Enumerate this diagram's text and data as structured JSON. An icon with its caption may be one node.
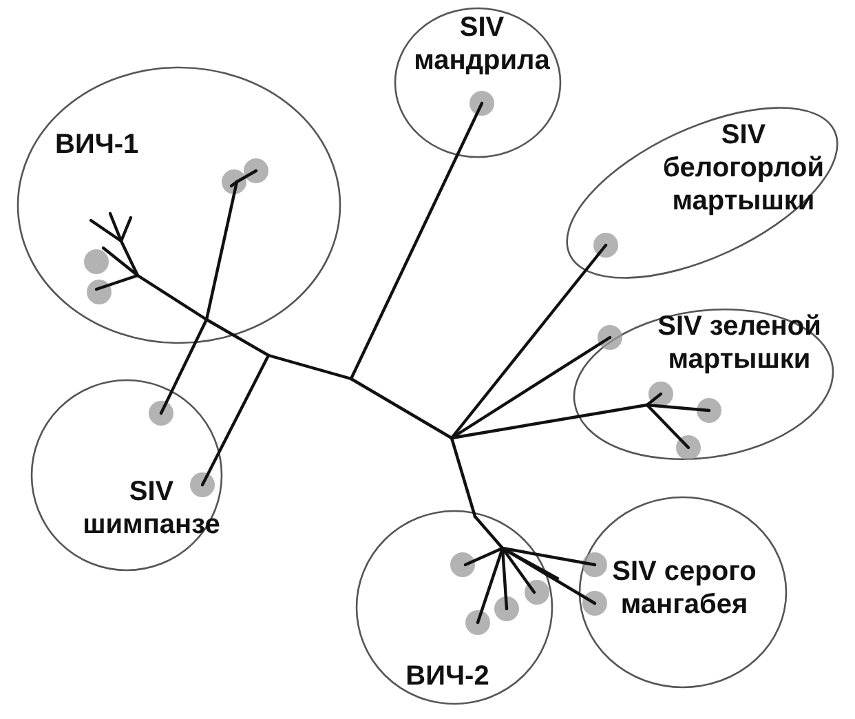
{
  "diagram": {
    "nodes": [
      {
        "text": [
          "ВИЧ-1"
        ]
      },
      {
        "text": [
          "SIV мандрила"
        ]
      },
      {
        "text": [
          "SIV белогорлой мартышки"
        ]
      },
      {
        "text": [
          "SIV зеленой мартышки"
        ]
      },
      {
        "text": [
          "SIV шимпанзе"
        ]
      },
      {
        "text": [
          "ВИЧ-2"
        ]
      },
      {
        "text": [
          "SIV серого мангабея"
        ]
      }
    ]
  }
}
